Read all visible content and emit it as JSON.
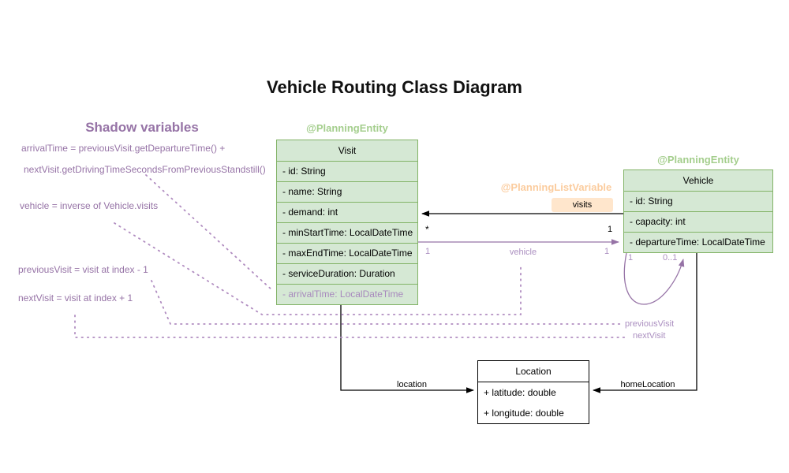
{
  "title": "Vehicle Routing Class Diagram",
  "shadow_panel": {
    "heading": "Shadow variables",
    "annotations": [
      "arrivalTime = previousVisit.getDepartureTime() +",
      "nextVisit.getDrivingTimeSecondsFromPreviousStandstill()",
      "vehicle = inverse of Vehicle.visits",
      "previousVisit = visit at index - 1",
      "nextVisit = visit at index + 1"
    ]
  },
  "visit_class": {
    "stereotype": "@PlanningEntity",
    "name": "Visit",
    "fields": [
      "- id: String",
      "- name: String",
      "- demand: int",
      "- minStartTime: LocalDateTime",
      "- maxEndTime: LocalDateTime",
      "- serviceDuration: Duration"
    ],
    "shadow_field": "- arrivalTime: LocalDateTime"
  },
  "vehicle_class": {
    "stereotype": "@PlanningEntity",
    "name": "Vehicle",
    "fields": [
      "- id: String",
      "- capacity: int",
      "- departureTime: LocalDateTime"
    ]
  },
  "location_class": {
    "name": "Location",
    "fields": [
      "+ latitude: double",
      "+ longitude: double"
    ]
  },
  "planning_list_variable": {
    "label": "@PlanningListVariable",
    "badge": "visits"
  },
  "associations": {
    "visits": {
      "target_mult": "*",
      "source_mult": "1"
    },
    "vehicle": {
      "label": "vehicle",
      "source_mult": "1",
      "target_mult": "1"
    },
    "self_loop": {
      "source_mult": "1",
      "target_mult": "0..1"
    },
    "location": {
      "label": "location"
    },
    "home_location": {
      "label": "homeLocation"
    },
    "previous_visit": {
      "label": "previousVisit"
    },
    "next_visit": {
      "label": "nextVisit"
    }
  },
  "colors": {
    "green_fill": "#d5e8d4",
    "green_border": "#82b366",
    "green_text": "#a4ce8d",
    "orange_text": "#fbcc9e",
    "orange_fill": "#ffe6cc",
    "purple": "#9673a6",
    "light_purple": "#b08cc0"
  }
}
